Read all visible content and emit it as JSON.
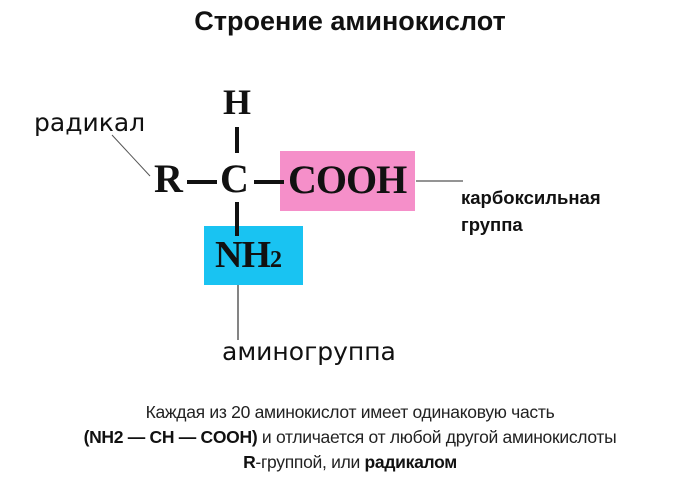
{
  "title": "Строение аминокислот",
  "formula": {
    "h": "H",
    "c": "C",
    "r": "R",
    "cooh": "COOH",
    "nh": "NH",
    "nh_sub": "2"
  },
  "labels": {
    "radical": "радикал",
    "carboxyl_line1": "карбоксильная",
    "carboxyl_line2": "группа",
    "amino": "аминогруппа"
  },
  "colors": {
    "cooh_box": "#f58fc9",
    "nh2_box": "#19c3f2"
  },
  "footer": {
    "line1": "Каждая из 20 аминокислот имеет одинаковую  часть",
    "line2_bold": "(NH2 — CH — COOH)",
    "line2_rest": " и отличается от любой другой аминокислоты",
    "line3_bold_r": "R",
    "line3_mid": "-группой,  или ",
    "line3_bold_end": "радикалом"
  }
}
